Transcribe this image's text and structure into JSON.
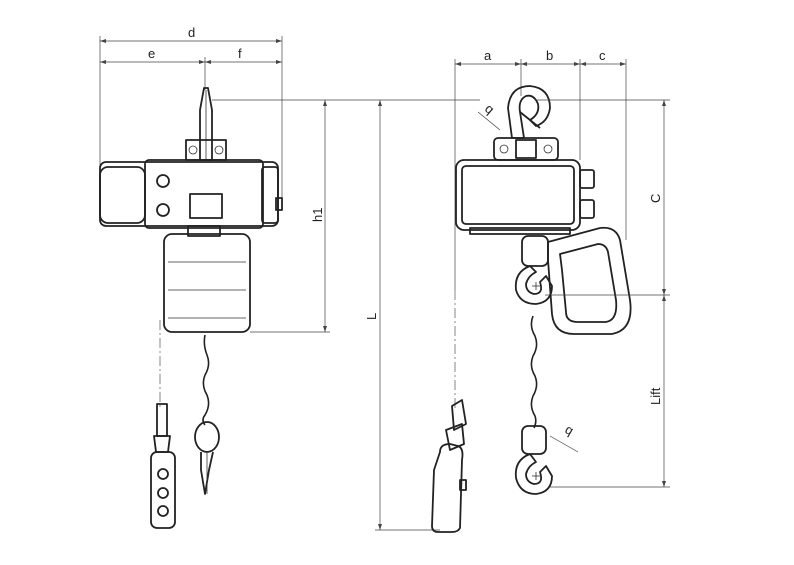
{
  "diagram": {
    "labels": {
      "d": "d",
      "e": "e",
      "f": "f",
      "a": "a",
      "b": "b",
      "c": "c",
      "h1": "h1",
      "L": "L",
      "C": "C",
      "lift": "Lift",
      "hook_top_dim": "q",
      "hook_bottom_dim": "q"
    },
    "colors": {
      "line": "#222222",
      "fill": "#e9e9e9",
      "background": "#ffffff"
    }
  }
}
